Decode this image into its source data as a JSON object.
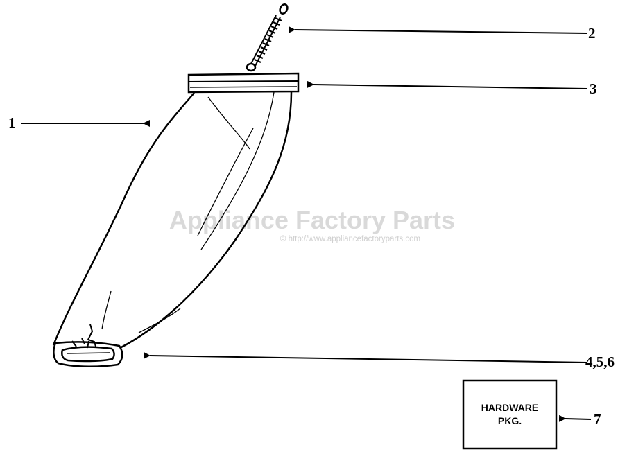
{
  "callouts": {
    "bag": "1",
    "spring": "2",
    "top_clamp": "3",
    "bottom_fitting": "4,5,6",
    "hardware": "7"
  },
  "hardware_box": {
    "line1": "HARDWARE",
    "line2": "PKG."
  },
  "watermark": {
    "title": "Appliance Factory Parts",
    "subtitle": "© http://www.appliancefactoryparts.com"
  }
}
